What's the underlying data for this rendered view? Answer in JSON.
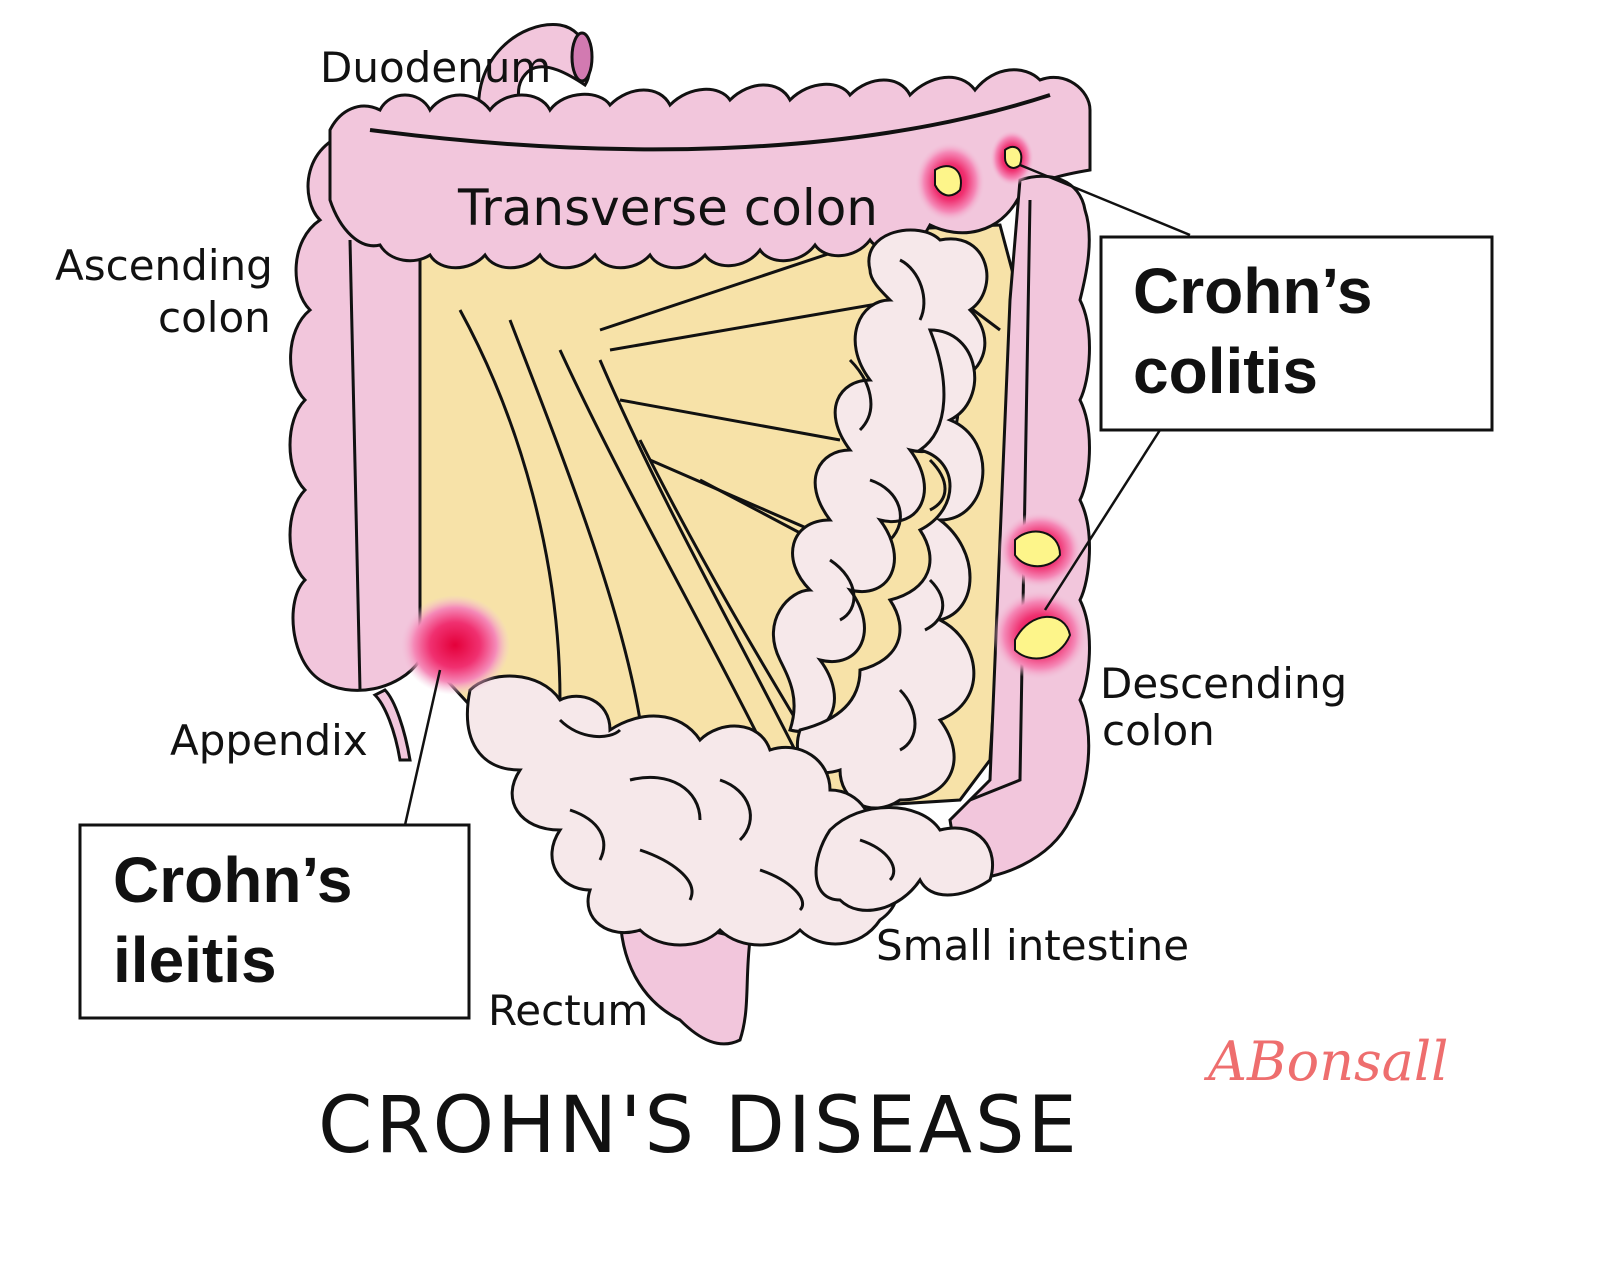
{
  "diagram": {
    "title": "CROHN'S DISEASE",
    "labels": {
      "duodenum": "Duodenum",
      "transverse_colon": "Transverse colon",
      "ascending_colon_line1": "Ascending",
      "ascending_colon_line2": "colon",
      "appendix": "Appendix",
      "descending_colon_line1": "Descending",
      "descending_colon_line2": "colon",
      "small_intestine": "Small intestine",
      "rectum": "Rectum"
    },
    "callouts": {
      "colitis_line1": "Crohn’s",
      "colitis_line2": "colitis",
      "ileitis_line1": "Crohn’s",
      "ileitis_line2": "ileitis"
    },
    "signature": "ABonsall",
    "colors": {
      "colon_pink": "#f2c6dc",
      "mesentery": "#f7e2a8",
      "small_intestine": "#f6e8ea",
      "inflammation_red": "#e4003a",
      "inflammation_yellow": "#fdf58a",
      "signature": "#ee6e6e",
      "outline": "#111111"
    }
  }
}
